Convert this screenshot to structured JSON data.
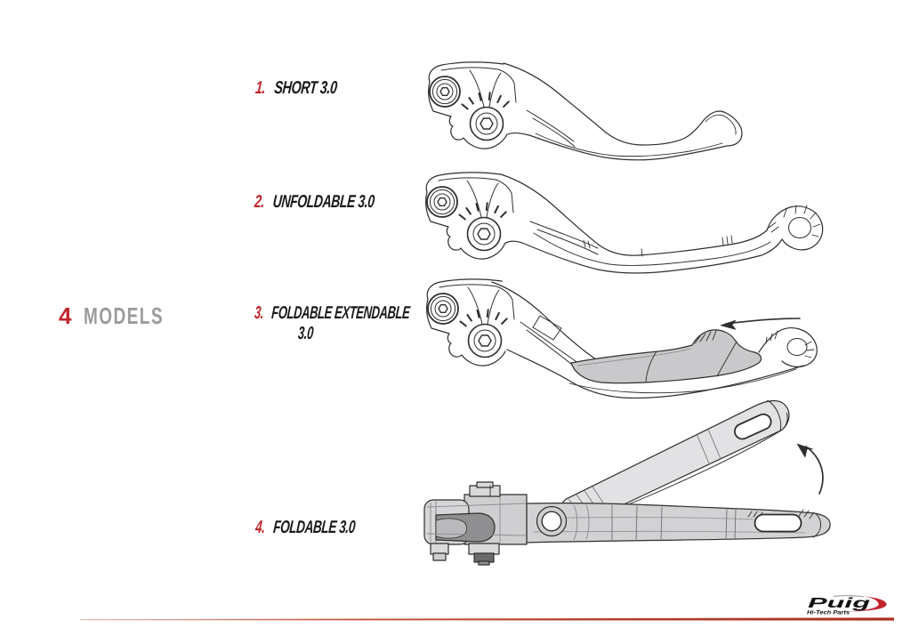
{
  "page": {
    "background": "#ffffff",
    "accent_red": "#c0262c",
    "label_gray": "#9b9b9b",
    "line_color": "#ab2f23"
  },
  "heading": {
    "count": "4",
    "word": "MODELS"
  },
  "models": [
    {
      "num": "1.",
      "name": "SHORT 3.0"
    },
    {
      "num": "2.",
      "name": "UNFOLDABLE 3.0"
    },
    {
      "num": "3.",
      "name": "FOLDABLE EXTENDABLE",
      "name_line2": "3.0"
    },
    {
      "num": "4.",
      "name": "FOLDABLE 3.0"
    }
  ],
  "logo": {
    "brand": "Puig",
    "tagline": "Hi-Tech Parts"
  }
}
